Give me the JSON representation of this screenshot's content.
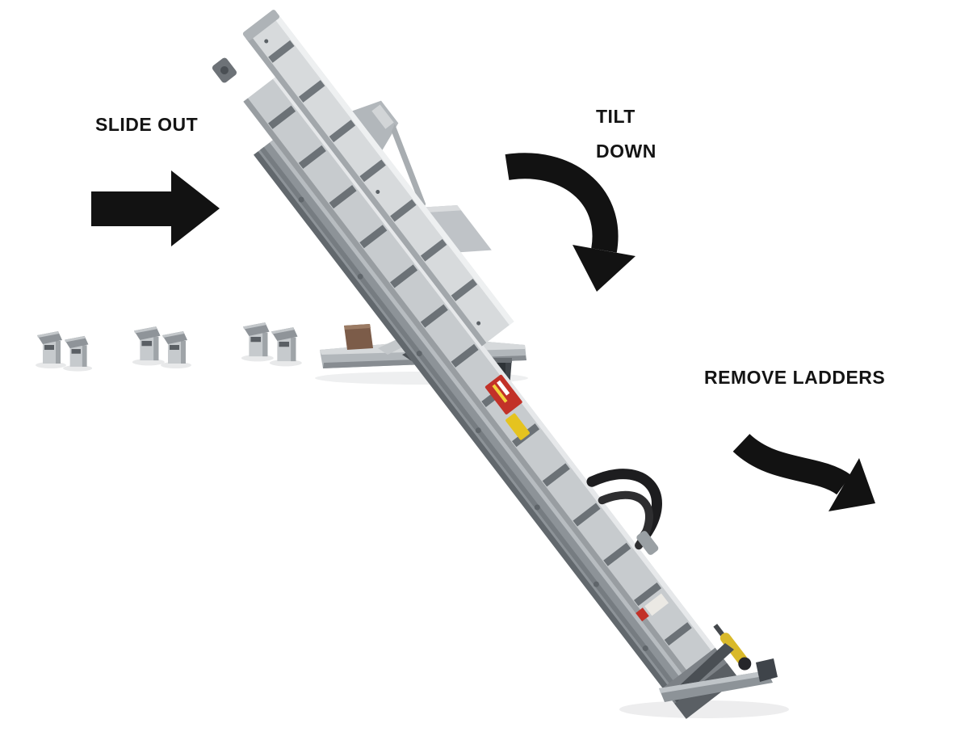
{
  "diagram": {
    "type": "instructional-diagram",
    "subject": "ladder rack unloading sequence",
    "steps": [
      {
        "label": "SLIDE OUT"
      },
      {
        "label_line1": "TILT",
        "label_line2": "DOWN"
      },
      {
        "label": "REMOVE LADDERS"
      }
    ]
  },
  "colors": {
    "arrow": "#121212",
    "label_text": "#141414",
    "ladder_light": "#d7dadc",
    "ladder_base": "#c7cbce",
    "rack_rail": "#8d9398",
    "sticker_red": "#c23128",
    "sticker_yellow": "#e5c31f",
    "handle_yellow": "#d9b92a"
  }
}
